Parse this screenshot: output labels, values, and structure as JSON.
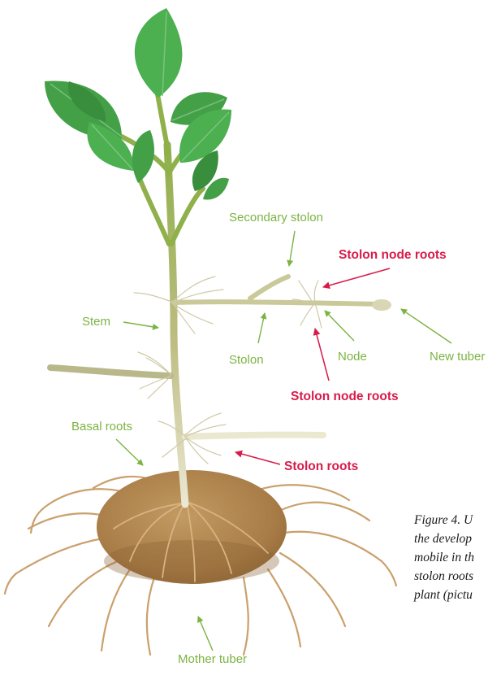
{
  "labels": {
    "secondary_stolon": "Secondary stolon",
    "stolon_node_roots_top": "Stolon node roots",
    "stem": "Stem",
    "stolon": "Stolon",
    "node": "Node",
    "new_tuber": "New tuber",
    "stolon_node_roots_bottom": "Stolon node roots",
    "basal_roots": "Basal roots",
    "stolon_roots": "Stolon roots",
    "mother_tuber": "Mother tuber"
  },
  "caption": {
    "lines": [
      "Figure 4.  U",
      "the develop",
      "mobile in th",
      "stolon roots",
      "plant (pictu"
    ]
  },
  "colors": {
    "label_green": "#7cb342",
    "label_red": "#d81b4a",
    "leaf": "#43a047",
    "stem": "#b5b57a",
    "tuber": "#a97c4a",
    "root": "#caa06c"
  }
}
